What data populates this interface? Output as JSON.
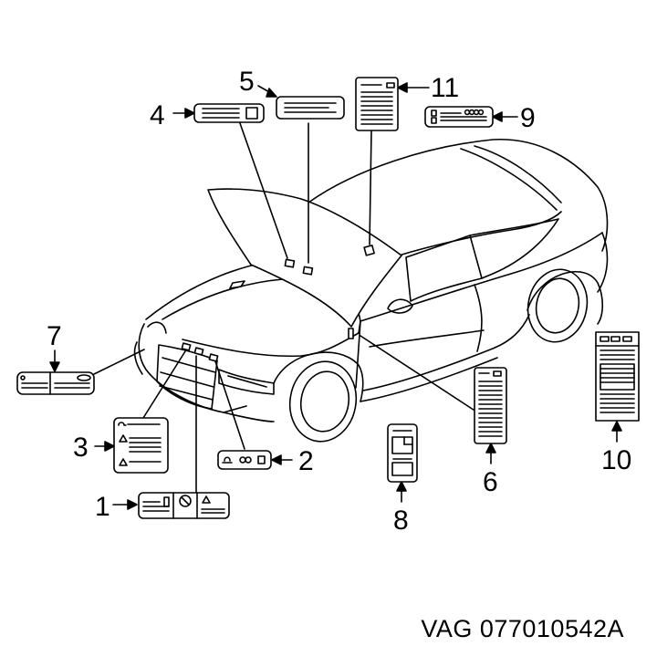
{
  "callouts": {
    "c1": "1",
    "c2": "2",
    "c3": "3",
    "c4": "4",
    "c5": "5",
    "c6": "6",
    "c7": "7",
    "c8": "8",
    "c9": "9",
    "c10": "10",
    "c11": "11"
  },
  "part_number": "VAG 077010542A",
  "colors": {
    "ink": "#000000",
    "label_fill": "#ffffff",
    "shade": "#d9d9d9"
  }
}
